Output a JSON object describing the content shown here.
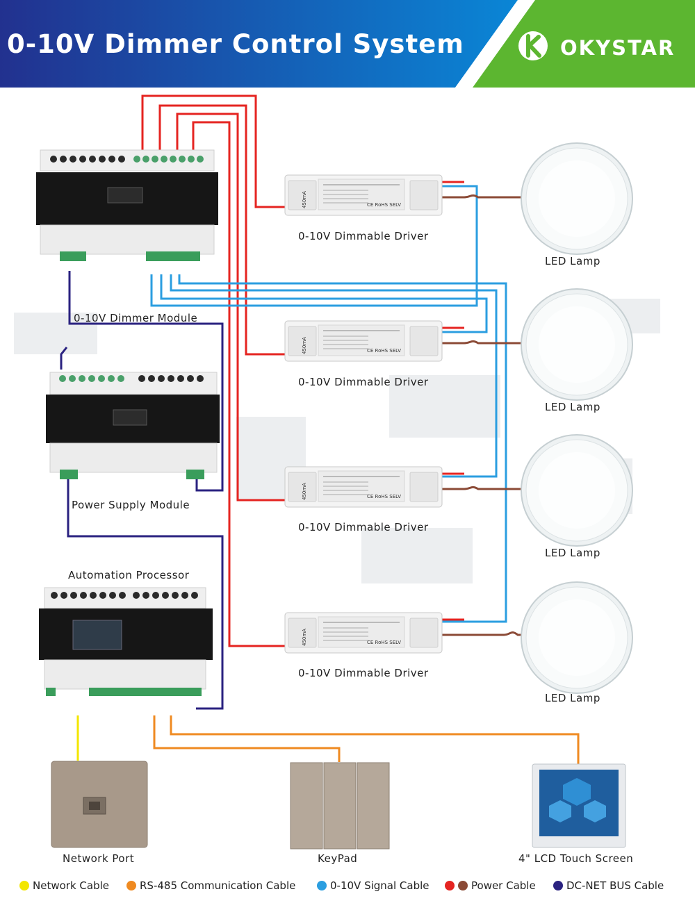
{
  "header": {
    "title": "0-10V Dimmer Control System",
    "brand": "OKYSTAR",
    "colors": {
      "left": "#22318f",
      "right": "#0a86d6",
      "brand_green": "#5cb630"
    }
  },
  "labels": {
    "dimmer_module": "0-10V Dimmer Module",
    "power_supply_module": "Power Supply Module",
    "automation_processor": "Automation Processor",
    "network_port": "Network Port",
    "keypad": "KeyPad",
    "touch_screen": "4\" LCD Touch Screen"
  },
  "drivers": [
    {
      "label": "0-10V Dimmable Driver"
    },
    {
      "label": "0-10V Dimmable Driver"
    },
    {
      "label": "0-10V Dimmable Driver"
    },
    {
      "label": "0-10V Dimmable Driver"
    }
  ],
  "lamps": [
    {
      "label": "LED Lamp"
    },
    {
      "label": "LED Lamp"
    },
    {
      "label": "LED Lamp"
    },
    {
      "label": "LED Lamp"
    }
  ],
  "driver_print": {
    "rohs": "CE RoHS SELV",
    "current": "450mA"
  },
  "legend": [
    {
      "label": "Network Cable",
      "color": "#f3e600"
    },
    {
      "label": "RS-485 Communication Cable",
      "color": "#ef8a21"
    },
    {
      "label": "0-10V Signal Cable",
      "color": "#2b9ee0"
    },
    {
      "label": "Power Cable",
      "color": "#e52421",
      "color2": "#8b4a36"
    },
    {
      "label": "DC-NET BUS Cable",
      "color": "#2a2280"
    }
  ],
  "cable_colors": {
    "network": "#f3e600",
    "rs485": "#ef8a21",
    "signal": "#2b9ee0",
    "power_red": "#e52421",
    "power_brown": "#8b4a36",
    "bus": "#2a2280"
  }
}
